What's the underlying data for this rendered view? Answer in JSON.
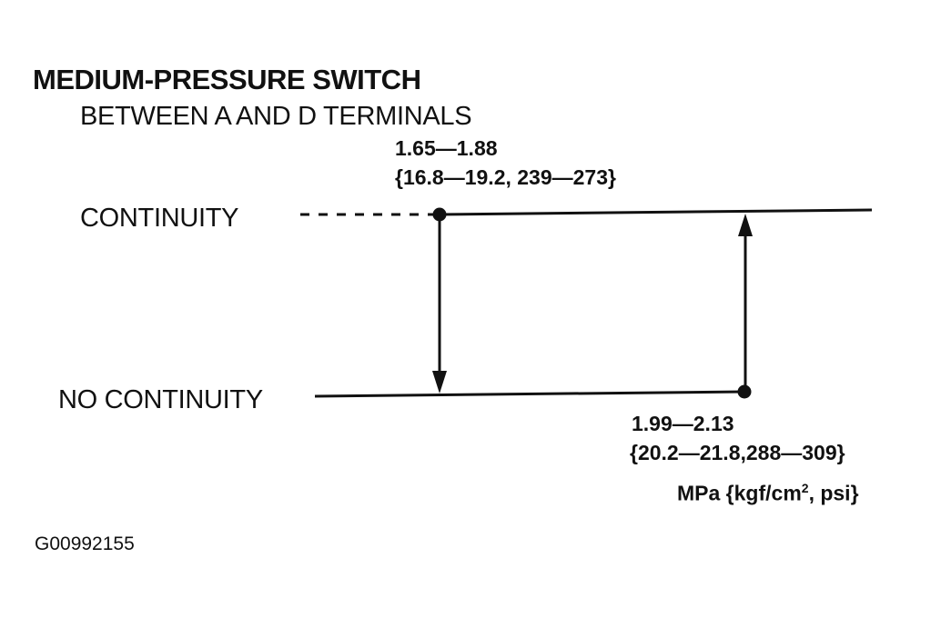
{
  "title": "MEDIUM-PRESSURE SWITCH",
  "subtitle": "BETWEEN A AND D TERMINALS",
  "states": {
    "on": "CONTINUITY",
    "off": "NO CONTINUITY"
  },
  "switch_off_point": {
    "range": "1.65—1.88",
    "alt_units": "{16.8—19.2, 239—273}"
  },
  "switch_on_point": {
    "range": "1.99—2.13",
    "alt_units": "{20.2—21.8,288—309}"
  },
  "units": {
    "prefix": "MPa {kgf/cm",
    "superscript": "2",
    "suffix": ", psi}"
  },
  "figure_id": "G00992155"
}
